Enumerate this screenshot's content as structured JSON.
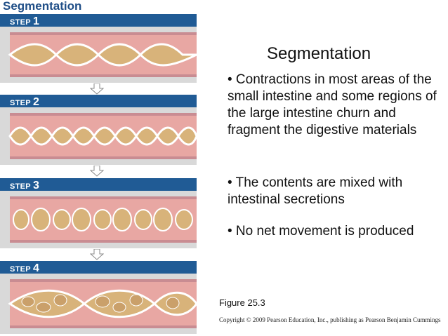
{
  "figure": {
    "title": "Segmentation",
    "steps": [
      {
        "label": "STEP",
        "number": "1"
      },
      {
        "label": "STEP",
        "number": "2"
      },
      {
        "label": "STEP",
        "number": "3"
      },
      {
        "label": "STEP",
        "number": "4"
      }
    ],
    "colors": {
      "step_bar": "#205b95",
      "panel_bg": "#d9d9d9",
      "muscle": "#e8a7a3",
      "content": "#d8b37a",
      "lumen_outline": "#ffffff"
    }
  },
  "slide": {
    "title": "Segmentation",
    "bullets": [
      "• Contractions in most areas of the small intestine and some regions of the large intestine churn and fragment the digestive materials",
      "• The contents are mixed with intestinal secretions",
      "• No net movement is produced"
    ],
    "caption": "Figure 25.3",
    "copyright": "Copyright © 2009 Pearson Education, Inc., publishing as Pearson Benjamin Cummings"
  }
}
